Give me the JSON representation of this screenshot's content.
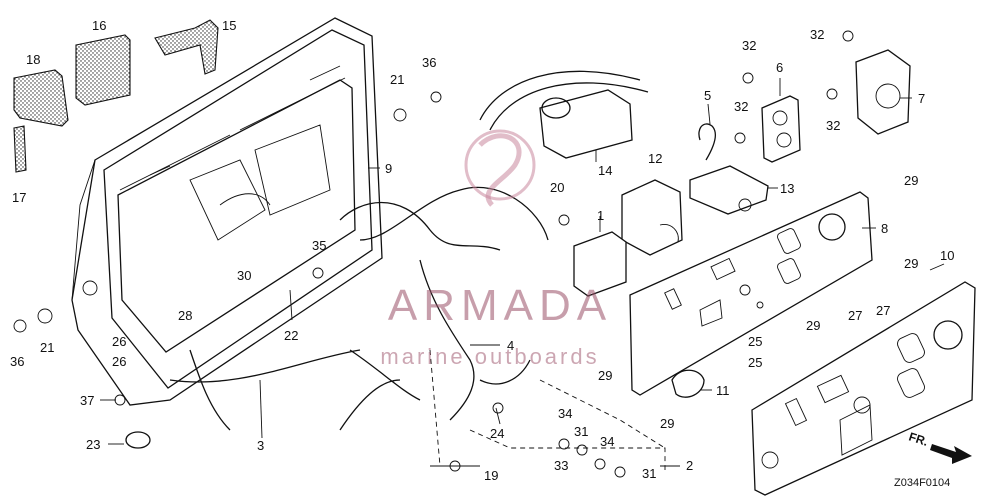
{
  "diagram_code": "Z034F0104",
  "direction_label": "FR.",
  "watermark": {
    "main": "ARMADA",
    "sub": "marine outboards"
  },
  "callouts": [
    "1",
    "2",
    "3",
    "4",
    "5",
    "6",
    "7",
    "8",
    "9",
    "10",
    "11",
    "12",
    "13",
    "14",
    "15",
    "16",
    "17",
    "18",
    "19",
    "20",
    "21",
    "22",
    "23",
    "24",
    "25",
    "26",
    "27",
    "28",
    "29",
    "30",
    "31",
    "32",
    "33",
    "34",
    "35",
    "36",
    "37"
  ],
  "colors": {
    "line": "#111111",
    "watermark": "#9a4f67"
  }
}
